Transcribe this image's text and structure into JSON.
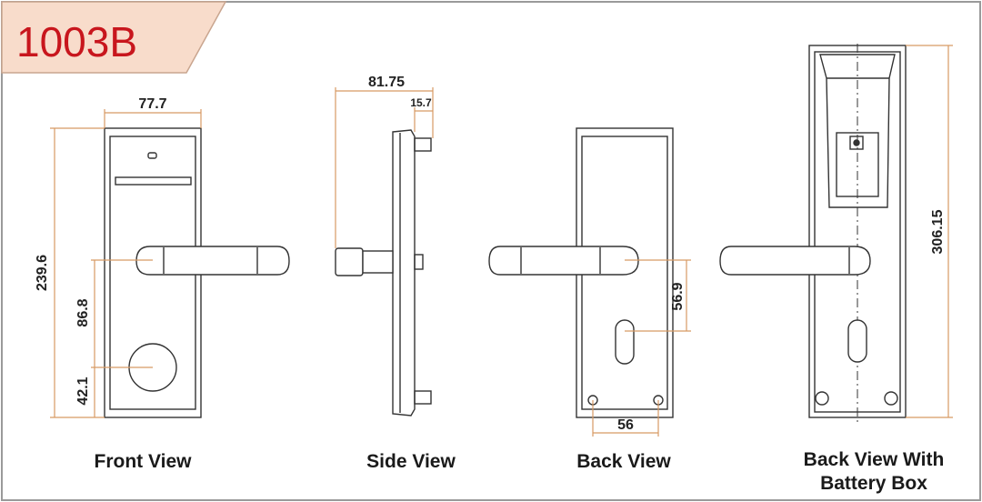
{
  "badge": {
    "title": "1003B",
    "bg_color": "#f8dccb",
    "title_color": "#c8161d"
  },
  "dimension_color": "#d79a63",
  "views": {
    "front": {
      "caption": "Front View",
      "width": "77.7",
      "height": "239.6",
      "handle_height": "86.8",
      "cylinder_height": "42.1"
    },
    "side": {
      "caption": "Side View",
      "depth": "81.75",
      "plate_thickness": "15.7"
    },
    "back": {
      "caption": "Back View",
      "handle_to_keyhole": "56.9",
      "screw_spacing": "56"
    },
    "battery": {
      "caption_line1": "Back View With",
      "caption_line2": "Battery Box",
      "height": "306.15"
    }
  }
}
